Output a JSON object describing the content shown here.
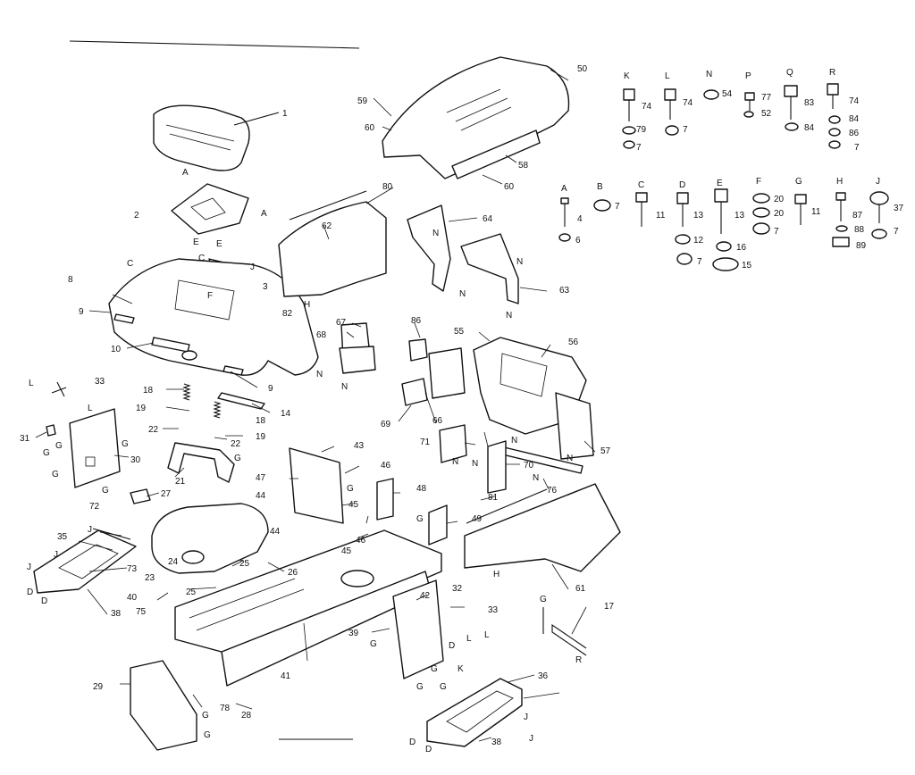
{
  "callouts": [
    {
      "id": "c1",
      "text": "1"
    },
    {
      "id": "c2",
      "text": "2"
    },
    {
      "id": "c3",
      "text": "3"
    },
    {
      "id": "c8",
      "text": "8"
    },
    {
      "id": "c9a",
      "text": "9"
    },
    {
      "id": "c9b",
      "text": "9"
    },
    {
      "id": "c10",
      "text": "10"
    },
    {
      "id": "c14",
      "text": "14"
    },
    {
      "id": "c17",
      "text": "17"
    },
    {
      "id": "c18a",
      "text": "18"
    },
    {
      "id": "c18b",
      "text": "18"
    },
    {
      "id": "c19a",
      "text": "19"
    },
    {
      "id": "c19b",
      "text": "19"
    },
    {
      "id": "c21",
      "text": "21"
    },
    {
      "id": "c22a",
      "text": "22"
    },
    {
      "id": "c22b",
      "text": "22"
    },
    {
      "id": "c23",
      "text": "23"
    },
    {
      "id": "c24",
      "text": "24"
    },
    {
      "id": "c25a",
      "text": "25"
    },
    {
      "id": "c25b",
      "text": "25"
    },
    {
      "id": "c26",
      "text": "26"
    },
    {
      "id": "c27",
      "text": "27"
    },
    {
      "id": "c28",
      "text": "28"
    },
    {
      "id": "c29",
      "text": "29"
    },
    {
      "id": "c30",
      "text": "30"
    },
    {
      "id": "c31",
      "text": "31"
    },
    {
      "id": "c32",
      "text": "32"
    },
    {
      "id": "c33a",
      "text": "33"
    },
    {
      "id": "c33b",
      "text": "33"
    },
    {
      "id": "c35",
      "text": "35"
    },
    {
      "id": "c36",
      "text": "36"
    },
    {
      "id": "c38a",
      "text": "38"
    },
    {
      "id": "c38b",
      "text": "38"
    },
    {
      "id": "c39",
      "text": "39"
    },
    {
      "id": "c40",
      "text": "40"
    },
    {
      "id": "c41",
      "text": "41"
    },
    {
      "id": "c42",
      "text": "42"
    },
    {
      "id": "c43",
      "text": "43"
    },
    {
      "id": "c44a",
      "text": "44"
    },
    {
      "id": "c44b",
      "text": "44"
    },
    {
      "id": "c45a",
      "text": "45"
    },
    {
      "id": "c45b",
      "text": "45"
    },
    {
      "id": "c46a",
      "text": "46"
    },
    {
      "id": "c46b",
      "text": "46"
    },
    {
      "id": "c47",
      "text": "47"
    },
    {
      "id": "c48",
      "text": "48"
    },
    {
      "id": "c49",
      "text": "49"
    },
    {
      "id": "c50",
      "text": "50"
    },
    {
      "id": "c55",
      "text": "55"
    },
    {
      "id": "c56",
      "text": "56"
    },
    {
      "id": "c57",
      "text": "57"
    },
    {
      "id": "c58",
      "text": "58"
    },
    {
      "id": "c59",
      "text": "59"
    },
    {
      "id": "c60a",
      "text": "60"
    },
    {
      "id": "c60b",
      "text": "60"
    },
    {
      "id": "c61",
      "text": "61"
    },
    {
      "id": "c62",
      "text": "62"
    },
    {
      "id": "c63",
      "text": "63"
    },
    {
      "id": "c64",
      "text": "64"
    },
    {
      "id": "c66",
      "text": "66"
    },
    {
      "id": "c67",
      "text": "67"
    },
    {
      "id": "c68",
      "text": "68"
    },
    {
      "id": "c69",
      "text": "69"
    },
    {
      "id": "c70",
      "text": "70"
    },
    {
      "id": "c71",
      "text": "71"
    },
    {
      "id": "c72",
      "text": "72"
    },
    {
      "id": "c73",
      "text": "73"
    },
    {
      "id": "c75",
      "text": "75"
    },
    {
      "id": "c76",
      "text": "76"
    },
    {
      "id": "c78",
      "text": "78"
    },
    {
      "id": "c80",
      "text": "80"
    },
    {
      "id": "c81",
      "text": "81"
    },
    {
      "id": "c82",
      "text": "82"
    },
    {
      "id": "c86",
      "text": "86"
    },
    {
      "id": "hk74",
      "text": "74"
    },
    {
      "id": "hk79",
      "text": "79"
    },
    {
      "id": "hk7",
      "text": "7"
    },
    {
      "id": "hl74",
      "text": "74"
    },
    {
      "id": "hl7",
      "text": "7"
    },
    {
      "id": "hn54",
      "text": "54"
    },
    {
      "id": "hp77",
      "text": "77"
    },
    {
      "id": "hp52",
      "text": "52"
    },
    {
      "id": "hq83",
      "text": "83"
    },
    {
      "id": "hq84",
      "text": "84"
    },
    {
      "id": "hr74",
      "text": "74"
    },
    {
      "id": "hr84",
      "text": "84"
    },
    {
      "id": "hr86",
      "text": "86"
    },
    {
      "id": "hr7",
      "text": "7"
    },
    {
      "id": "ha4",
      "text": "4"
    },
    {
      "id": "ha6",
      "text": "6"
    },
    {
      "id": "hb7",
      "text": "7"
    },
    {
      "id": "hc11",
      "text": "11"
    },
    {
      "id": "hd13",
      "text": "13"
    },
    {
      "id": "hd12",
      "text": "12"
    },
    {
      "id": "hd7",
      "text": "7"
    },
    {
      "id": "he13",
      "text": "13"
    },
    {
      "id": "he16",
      "text": "16"
    },
    {
      "id": "he15",
      "text": "15"
    },
    {
      "id": "hf20a",
      "text": "20"
    },
    {
      "id": "hf20b",
      "text": "20"
    },
    {
      "id": "hf7",
      "text": "7"
    },
    {
      "id": "hg11",
      "text": "11"
    },
    {
      "id": "hh87",
      "text": "87"
    },
    {
      "id": "hh88",
      "text": "88"
    },
    {
      "id": "hh89",
      "text": "89"
    },
    {
      "id": "hj37",
      "text": "37"
    },
    {
      "id": "hj7",
      "text": "7"
    }
  ],
  "letters": [
    {
      "id": "lA1",
      "text": "A"
    },
    {
      "id": "lA2",
      "text": "A"
    },
    {
      "id": "lE1",
      "text": "E"
    },
    {
      "id": "lE2",
      "text": "E"
    },
    {
      "id": "lC1",
      "text": "C"
    },
    {
      "id": "lC2",
      "text": "C"
    },
    {
      "id": "lF",
      "text": "F"
    },
    {
      "id": "lJ1",
      "text": "J"
    },
    {
      "id": "lH1",
      "text": "H"
    },
    {
      "id": "lN1",
      "text": "N"
    },
    {
      "id": "lN2",
      "text": "N"
    },
    {
      "id": "lN3",
      "text": "N"
    },
    {
      "id": "lN4",
      "text": "N"
    },
    {
      "id": "lN5",
      "text": "N"
    },
    {
      "id": "lN6",
      "text": "N"
    },
    {
      "id": "lN7",
      "text": "N"
    },
    {
      "id": "lN8",
      "text": "N"
    },
    {
      "id": "lN9",
      "text": "N"
    },
    {
      "id": "lN10",
      "text": "N"
    },
    {
      "id": "lN11",
      "text": "N"
    },
    {
      "id": "lL1",
      "text": "L"
    },
    {
      "id": "lL2",
      "text": "L"
    },
    {
      "id": "lG1",
      "text": "G"
    },
    {
      "id": "lG2",
      "text": "G"
    },
    {
      "id": "lG3",
      "text": "G"
    },
    {
      "id": "lG4",
      "text": "G"
    },
    {
      "id": "lG5",
      "text": "G"
    },
    {
      "id": "lG6",
      "text": "G"
    },
    {
      "id": "lG7",
      "text": "G"
    },
    {
      "id": "lG8",
      "text": "G"
    },
    {
      "id": "lG9",
      "text": "G"
    },
    {
      "id": "lG10",
      "text": "G"
    },
    {
      "id": "lG11",
      "text": "G"
    },
    {
      "id": "lG12",
      "text": "G"
    },
    {
      "id": "lG13",
      "text": "G"
    },
    {
      "id": "lG14",
      "text": "G"
    },
    {
      "id": "lJ2",
      "text": "J"
    },
    {
      "id": "lJ3",
      "text": "J"
    },
    {
      "id": "lJ4",
      "text": "J"
    },
    {
      "id": "lJ5",
      "text": "J"
    },
    {
      "id": "lJ6",
      "text": "J"
    },
    {
      "id": "lD1",
      "text": "D"
    },
    {
      "id": "lD2",
      "text": "D"
    },
    {
      "id": "lD3",
      "text": "D"
    },
    {
      "id": "lD4",
      "text": "D"
    },
    {
      "id": "lD5",
      "text": "D"
    },
    {
      "id": "lK",
      "text": "K"
    },
    {
      "id": "lL3",
      "text": "L"
    },
    {
      "id": "lL4",
      "text": "L"
    },
    {
      "id": "lH2",
      "text": "H"
    },
    {
      "id": "lR",
      "text": "R"
    },
    {
      "id": "lG15",
      "text": "G"
    },
    {
      "id": "hK",
      "text": "K"
    },
    {
      "id": "hL",
      "text": "L"
    },
    {
      "id": "hN",
      "text": "N"
    },
    {
      "id": "hP",
      "text": "P"
    },
    {
      "id": "hQ",
      "text": "Q"
    },
    {
      "id": "hR",
      "text": "R"
    },
    {
      "id": "hA",
      "text": "A"
    },
    {
      "id": "hB",
      "text": "B"
    },
    {
      "id": "hC",
      "text": "C"
    },
    {
      "id": "hD",
      "text": "D"
    },
    {
      "id": "hE",
      "text": "E"
    },
    {
      "id": "hF",
      "text": "F"
    },
    {
      "id": "hG",
      "text": "G"
    },
    {
      "id": "hH",
      "text": "H"
    },
    {
      "id": "hJ",
      "text": "J"
    }
  ]
}
